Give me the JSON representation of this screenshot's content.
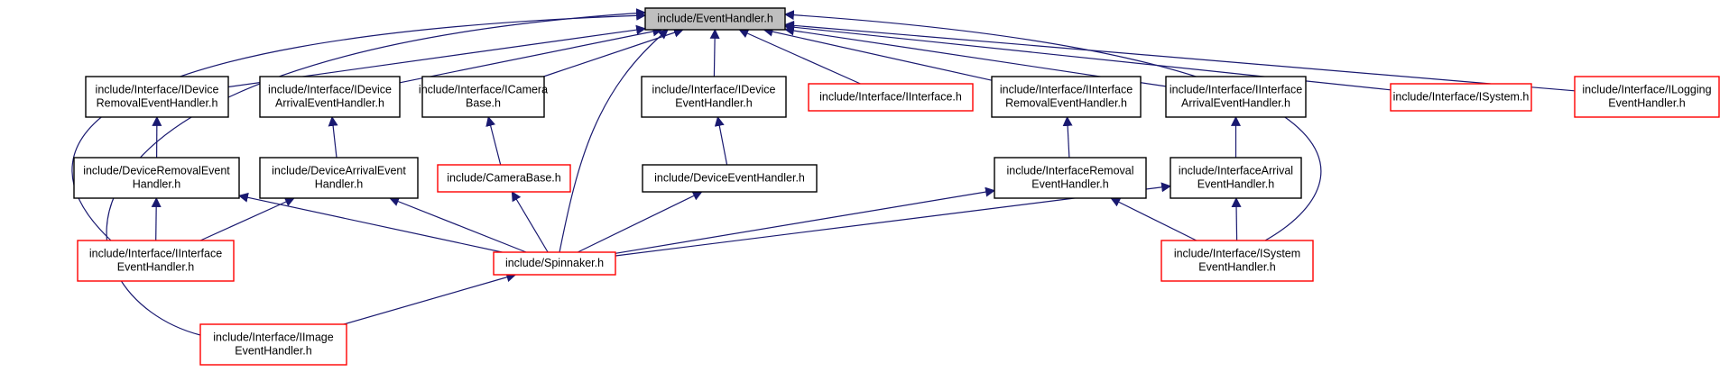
{
  "colors": {
    "edge": "#191970",
    "root_fill": "#bfbfbf",
    "node_fill": "#ffffff",
    "black_border": "#000000",
    "red_border": "#ff0000"
  },
  "root": "n_eventhandler",
  "nodes": [
    {
      "id": "n_eventhandler",
      "border": "gray",
      "lines": [
        "include/EventHandler.h"
      ]
    },
    {
      "id": "n_idevice_removal",
      "border": "black",
      "lines": [
        "include/Interface/IDevice",
        "RemovalEventHandler.h"
      ]
    },
    {
      "id": "n_idevice_arrival",
      "border": "black",
      "lines": [
        "include/Interface/IDevice",
        "ArrivalEventHandler.h"
      ]
    },
    {
      "id": "n_icamerabase",
      "border": "black",
      "lines": [
        "include/Interface/ICamera",
        "Base.h"
      ]
    },
    {
      "id": "n_idevice_event",
      "border": "black",
      "lines": [
        "include/Interface/IDevice",
        "EventHandler.h"
      ]
    },
    {
      "id": "n_iinterface",
      "border": "red",
      "lines": [
        "include/Interface/IInterface.h"
      ]
    },
    {
      "id": "n_iinterface_removal",
      "border": "black",
      "lines": [
        "include/Interface/IInterface",
        "RemovalEventHandler.h"
      ]
    },
    {
      "id": "n_iinterface_arrival",
      "border": "black",
      "lines": [
        "include/Interface/IInterface",
        "ArrivalEventHandler.h"
      ]
    },
    {
      "id": "n_isystem",
      "border": "red",
      "lines": [
        "include/Interface/ISystem.h"
      ]
    },
    {
      "id": "n_ilogging",
      "border": "red",
      "lines": [
        "include/Interface/ILogging",
        "EventHandler.h"
      ]
    },
    {
      "id": "n_device_removal",
      "border": "black",
      "lines": [
        "include/DeviceRemovalEvent",
        "Handler.h"
      ]
    },
    {
      "id": "n_device_arrival",
      "border": "black",
      "lines": [
        "include/DeviceArrivalEvent",
        "Handler.h"
      ]
    },
    {
      "id": "n_camerabase",
      "border": "red",
      "lines": [
        "include/CameraBase.h"
      ]
    },
    {
      "id": "n_device_event",
      "border": "black",
      "lines": [
        "include/DeviceEventHandler.h"
      ]
    },
    {
      "id": "n_interface_removal",
      "border": "black",
      "lines": [
        "include/InterfaceRemoval",
        "EventHandler.h"
      ]
    },
    {
      "id": "n_interface_arrival",
      "border": "black",
      "lines": [
        "include/InterfaceArrival",
        "EventHandler.h"
      ]
    },
    {
      "id": "n_iinterface_event",
      "border": "red",
      "lines": [
        "include/Interface/IInterface",
        "EventHandler.h"
      ]
    },
    {
      "id": "n_spinnaker",
      "border": "red",
      "lines": [
        "include/Spinnaker.h"
      ]
    },
    {
      "id": "n_isystem_event",
      "border": "red",
      "lines": [
        "include/Interface/ISystem",
        "EventHandler.h"
      ]
    },
    {
      "id": "n_iimage_event",
      "border": "red",
      "lines": [
        "include/Interface/IImage",
        "EventHandler.h"
      ]
    }
  ],
  "edges": [
    [
      "n_idevice_removal",
      "n_eventhandler"
    ],
    [
      "n_idevice_arrival",
      "n_eventhandler"
    ],
    [
      "n_icamerabase",
      "n_eventhandler"
    ],
    [
      "n_idevice_event",
      "n_eventhandler"
    ],
    [
      "n_iinterface",
      "n_eventhandler"
    ],
    [
      "n_iinterface_removal",
      "n_eventhandler"
    ],
    [
      "n_iinterface_arrival",
      "n_eventhandler"
    ],
    [
      "n_isystem",
      "n_eventhandler"
    ],
    [
      "n_ilogging",
      "n_eventhandler"
    ],
    [
      "n_iinterface_event",
      "n_eventhandler"
    ],
    [
      "n_iimage_event",
      "n_eventhandler"
    ],
    [
      "n_spinnaker",
      "n_eventhandler"
    ],
    [
      "n_isystem_event",
      "n_eventhandler"
    ],
    [
      "n_device_removal",
      "n_idevice_removal"
    ],
    [
      "n_device_arrival",
      "n_idevice_arrival"
    ],
    [
      "n_camerabase",
      "n_icamerabase"
    ],
    [
      "n_device_event",
      "n_idevice_event"
    ],
    [
      "n_interface_removal",
      "n_iinterface_removal"
    ],
    [
      "n_interface_arrival",
      "n_iinterface_arrival"
    ],
    [
      "n_iinterface_event",
      "n_device_removal"
    ],
    [
      "n_spinnaker",
      "n_device_removal"
    ],
    [
      "n_iinterface_event",
      "n_device_arrival"
    ],
    [
      "n_spinnaker",
      "n_device_arrival"
    ],
    [
      "n_spinnaker",
      "n_camerabase"
    ],
    [
      "n_spinnaker",
      "n_device_event"
    ],
    [
      "n_spinnaker",
      "n_interface_removal"
    ],
    [
      "n_spinnaker",
      "n_interface_arrival"
    ],
    [
      "n_isystem_event",
      "n_interface_removal"
    ],
    [
      "n_isystem_event",
      "n_interface_arrival"
    ],
    [
      "n_iimage_event",
      "n_spinnaker"
    ]
  ]
}
